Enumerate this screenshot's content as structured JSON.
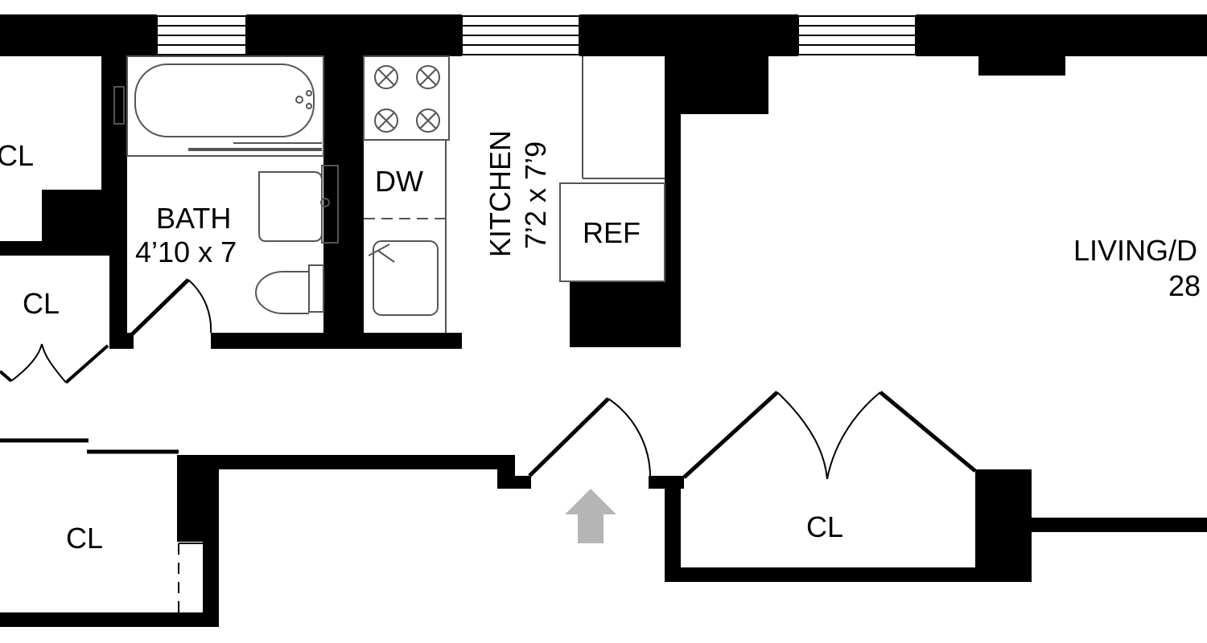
{
  "rooms": {
    "closet_top_left": "CL",
    "closet_mid_left": "CL",
    "bath_name": "BATH",
    "bath_size": "4’10 x 7",
    "dishwasher": "DW",
    "kitchen_name": "KITCHEN",
    "kitchen_size": "7’2 x 7’9",
    "refrigerator": "REF",
    "living_name": "LIVING/D",
    "living_size": "28",
    "closet_bottom_left": "CL",
    "closet_bottom_mid": "CL"
  },
  "colors": {
    "wall": "#000000",
    "background": "#ffffff",
    "fixture_line": "#555555",
    "entry_arrow": "#b5b5b5"
  },
  "icons": {
    "entry": "up-arrow-icon",
    "window": "window-icon",
    "door": "door-swing-icon"
  }
}
